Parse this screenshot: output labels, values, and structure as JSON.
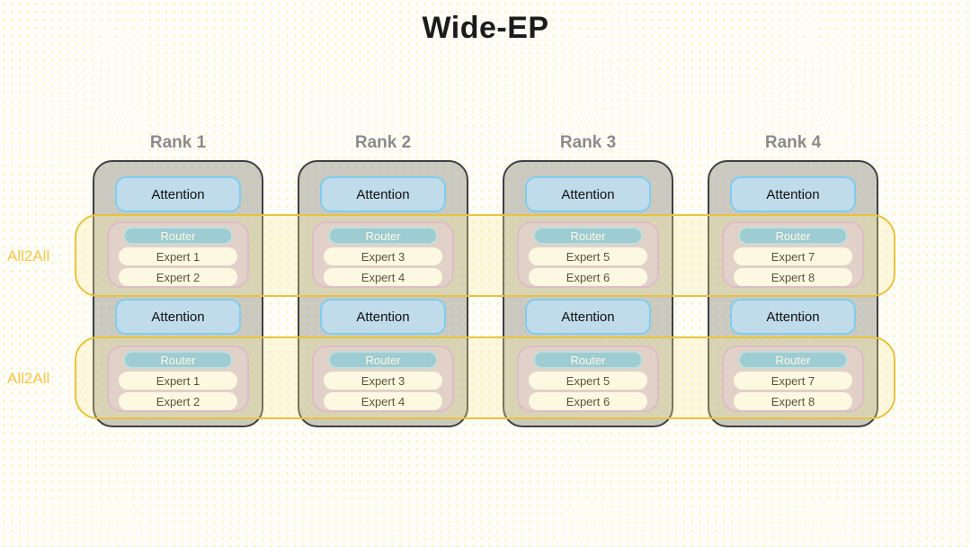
{
  "title": "Wide-EP",
  "bands": [
    {
      "label": "All2All"
    },
    {
      "label": "All2All"
    }
  ],
  "ranks": [
    {
      "label": "Rank 1",
      "sections": [
        {
          "attention": "Attention",
          "router": "Router",
          "experts": [
            "Expert 1",
            "Expert 2"
          ]
        },
        {
          "attention": "Attention",
          "router": "Router",
          "experts": [
            "Expert 1",
            "Expert 2"
          ]
        }
      ]
    },
    {
      "label": "Rank 2",
      "sections": [
        {
          "attention": "Attention",
          "router": "Router",
          "experts": [
            "Expert 3",
            "Expert 4"
          ]
        },
        {
          "attention": "Attention",
          "router": "Router",
          "experts": [
            "Expert 3",
            "Expert 4"
          ]
        }
      ]
    },
    {
      "label": "Rank 3",
      "sections": [
        {
          "attention": "Attention",
          "router": "Router",
          "experts": [
            "Expert 5",
            "Expert 6"
          ]
        },
        {
          "attention": "Attention",
          "router": "Router",
          "experts": [
            "Expert 5",
            "Expert 6"
          ]
        }
      ]
    },
    {
      "label": "Rank 4",
      "sections": [
        {
          "attention": "Attention",
          "router": "Router",
          "experts": [
            "Expert 7",
            "Expert 8"
          ]
        },
        {
          "attention": "Attention",
          "router": "Router",
          "experts": [
            "Expert 7",
            "Expert 8"
          ]
        }
      ]
    }
  ],
  "colors": {
    "band_border": "#e8c33e",
    "band_fill": "rgba(253,236,160,0.30)",
    "all2all_text": "#f7c64a",
    "rank_fill": "#cac9c1",
    "rank_border": "#3f3f3f",
    "rank_label": "#8b8b8b",
    "attention_fill": "#c0dbea",
    "attention_border": "#7ecdf0",
    "router_fill": "#76bfea",
    "router_border": "#a8d9f4",
    "moe_fill": "#d6c6da",
    "moe_border": "#cfaad9",
    "expert_fill": "#fefefe",
    "title_text": "#1b1b1b"
  }
}
